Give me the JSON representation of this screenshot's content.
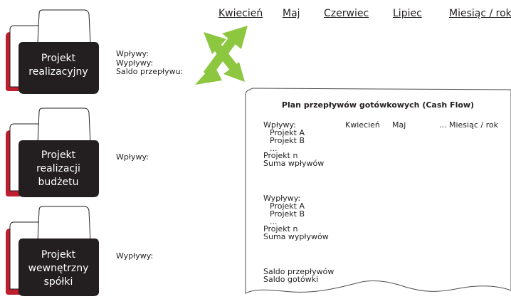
{
  "header": {
    "months": [
      "Kwiecień",
      "Maj",
      "Czerwiec",
      "Lipiec",
      "Miesiąc / rok"
    ]
  },
  "projects": [
    {
      "label_lines": [
        "Projekt",
        "realizacyjny"
      ],
      "side_lines": [
        "Wpływy:",
        "Wypływy:",
        "Saldo przepływu:"
      ]
    },
    {
      "label_lines": [
        "Projekt",
        "realizacji",
        "budżetu"
      ],
      "side_lines": [
        "Wpływy:"
      ]
    },
    {
      "label_lines": [
        "Projekt",
        "wewnętrzny",
        "spółki"
      ],
      "side_lines": [
        "Wypływy:"
      ]
    }
  ],
  "cashflow": {
    "title": "Plan przepływów gotówkowych (Cash Flow)",
    "columns": [
      "Kwiecień",
      "Maj",
      "... Miesiąc / rok"
    ],
    "inflows_header": "Wpływy:",
    "inflows_items": [
      "Projekt A",
      "Projekt B",
      "...",
      "Projekt n"
    ],
    "inflows_sum": "Suma wpływów",
    "outflows_header": "Wypływy:",
    "outflows_items": [
      "Projekt A",
      "Projekt B",
      "...",
      "Projekt n"
    ],
    "outflows_sum": "Suma wypływów",
    "balance_flow": "Saldo przepływów",
    "balance_cash": "Saldo gotówki"
  },
  "colors": {
    "arrow": "#8dc63f",
    "folder_red": "#be1e2d",
    "folder_dark": "#231f20",
    "text": "#231f20"
  }
}
